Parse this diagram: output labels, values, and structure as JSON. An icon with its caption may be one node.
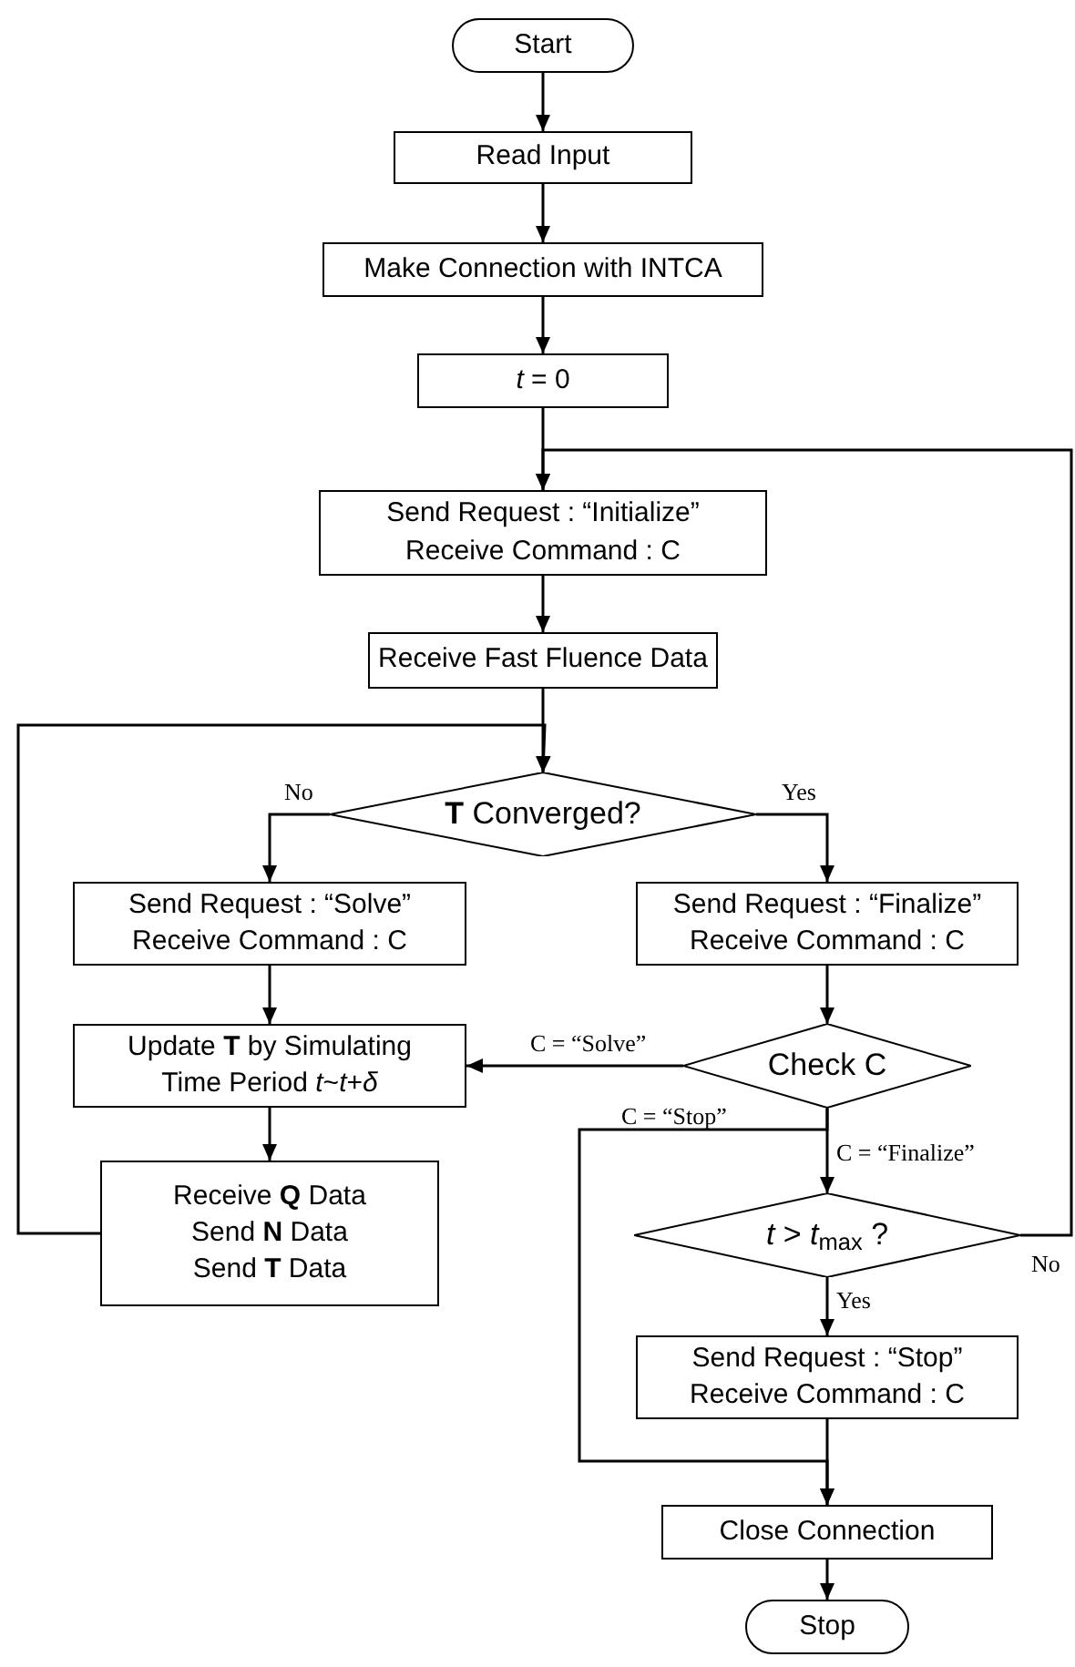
{
  "diagram": {
    "nodes": [
      {
        "text": [
          "Start"
        ]
      },
      {
        "text": [
          "Read Input"
        ]
      },
      {
        "text": [
          "Make Connection with INTCA"
        ]
      },
      {
        "text": [
          "*t* = 0"
        ]
      },
      {
        "text": [
          "Send Request : “Initialize”",
          "Receive Command : C"
        ]
      },
      {
        "text": [
          "Receive Fast Fluence Data"
        ]
      },
      {
        "text": [
          "**T** Converged?"
        ]
      },
      {
        "text": [
          "Send Request : “Solve”",
          "Receive Command : C"
        ]
      },
      {
        "text": [
          "Send Request : “Finalize”",
          "Receive Command : C"
        ]
      },
      {
        "text": [
          "Update **T** by Simulating",
          "Time Period *t*~*t*+*δ*"
        ]
      },
      {
        "text": [
          "Check C"
        ]
      },
      {
        "text": [
          "Receive **Q** Data",
          "Send **N** Data",
          "Send **T** Data"
        ]
      },
      {
        "text": [
          "*t* > *t*$_{max}$ ?"
        ]
      },
      {
        "text": [
          "Send Request : “Stop”",
          "Receive Command : C"
        ]
      },
      {
        "text": [
          "Close Connection"
        ]
      },
      {
        "text": [
          "Stop"
        ]
      }
    ],
    "edges": [
      {
        "from": 0,
        "to": 1,
        "arrow": "to"
      },
      {
        "from": 1,
        "to": 2,
        "arrow": "to"
      },
      {
        "from": 2,
        "to": 3,
        "arrow": "to"
      },
      {
        "from": 3,
        "to": 4,
        "arrow": "to"
      },
      {
        "from": 4,
        "to": 5,
        "arrow": "to"
      },
      {
        "from": 5,
        "to": 6,
        "arrow": "to"
      },
      {
        "from": 6,
        "to": 7,
        "arrow": "to",
        "label": "No"
      },
      {
        "from": 6,
        "to": 8,
        "arrow": "to",
        "label": "Yes"
      },
      {
        "from": 7,
        "to": 9,
        "arrow": "to"
      },
      {
        "from": 8,
        "to": 10,
        "arrow": "to"
      },
      {
        "from": 10,
        "to": 9,
        "arrow": "to",
        "label": "C = “Solve”"
      },
      {
        "from": 9,
        "to": 11,
        "arrow": "to"
      },
      {
        "from": 11,
        "to": 6,
        "arrow": "to"
      },
      {
        "from": 10,
        "to": 12,
        "arrow": "to",
        "label": "C = “Finalize”"
      },
      {
        "from": 10,
        "to": 14,
        "arrow": "to",
        "label": "C = “Stop”"
      },
      {
        "from": 12,
        "to": 13,
        "arrow": "to",
        "label": "Yes"
      },
      {
        "from": 12,
        "to": 4,
        "arrow": "to",
        "label": "No"
      },
      {
        "from": 13,
        "to": 14,
        "arrow": "to"
      },
      {
        "from": 14,
        "to": 15,
        "arrow": "to"
      }
    ]
  }
}
